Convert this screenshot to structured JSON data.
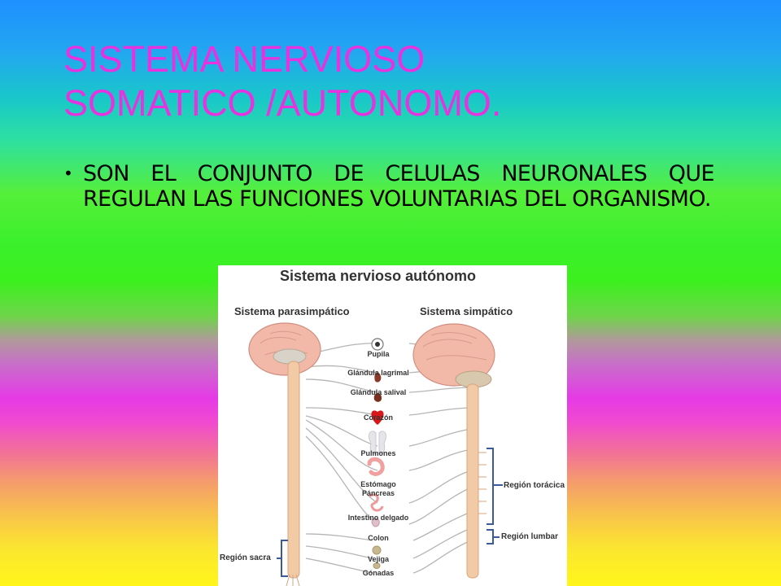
{
  "slide": {
    "title_line1": "SISTEMA NERVIOSO",
    "title_line2": "SOMATICO /AUTONOMO.",
    "bullet_marker": "•",
    "bullet_text": "SON EL CONJUNTO DE CELULAS NEURONALES QUE REGULAN LAS FUNCIONES VOLUNTARIAS DEL ORGANISMO."
  },
  "diagram": {
    "title": "Sistema nervioso autónomo",
    "left_label": "Sistema parasimpático",
    "right_label": "Sistema simpático",
    "organs": [
      "Pupila",
      "Glándula lagrimal",
      "Glándula salival",
      "Corazón",
      "Pulmones",
      "Estómago",
      "Páncreas",
      "Intestino delgado",
      "Colon",
      "Vejiga",
      "Gónadas"
    ],
    "regions": {
      "thoracic": "Región torácica",
      "lumbar": "Región lumbar",
      "sacral": "Región sacra"
    }
  },
  "colors": {
    "title": "#e832e0",
    "brain": "#f2b8a8",
    "spine": "#f3caa6",
    "nerve": "#b0b0b0",
    "bracket": "#3a5a9a"
  }
}
